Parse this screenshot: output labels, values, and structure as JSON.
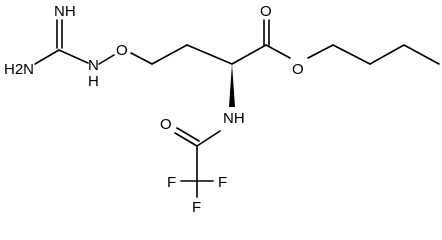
{
  "labels": {
    "nh_imine": "NH",
    "h2n": "H2N",
    "n_amine": "N",
    "h_amine": "H",
    "o_ether": "O",
    "o_carbonyl_ester": "O",
    "o_ester": "O",
    "nh_amide": "NH",
    "o_amide": "O",
    "f_left": "F",
    "f_right": "F",
    "f_bottom": "F"
  },
  "style": {
    "bond_color": "#000000",
    "background": "#ffffff"
  }
}
